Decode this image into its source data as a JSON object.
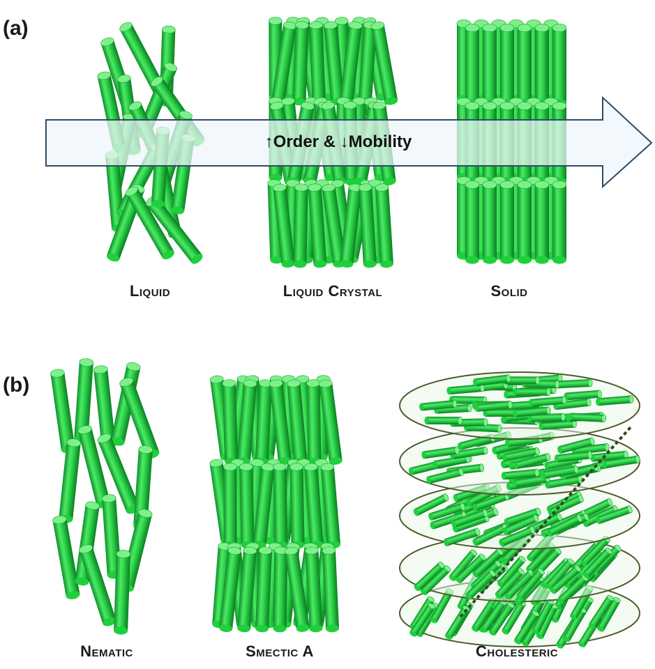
{
  "panels": {
    "a": {
      "label": "(a)"
    },
    "b": {
      "label": "(b)"
    }
  },
  "arrow": {
    "text": "↑Order & ↓Mobility",
    "fill": "#eef5fb",
    "stroke": "#2f4a66"
  },
  "states": {
    "liquid": "Liquid",
    "liquid_crystal": "Liquid Crystal",
    "solid": "Solid"
  },
  "phases": {
    "nematic": "Nematic",
    "smectic_a": "Smectic A",
    "cholesteric": "Cholesteric"
  },
  "colors": {
    "rod_light": "#7ef08a",
    "rod_mid": "#1fcf3c",
    "rod_dark": "#0a8a24",
    "disc_ring": "#4d5a2a",
    "helix_axis": "#2f4a1f"
  }
}
